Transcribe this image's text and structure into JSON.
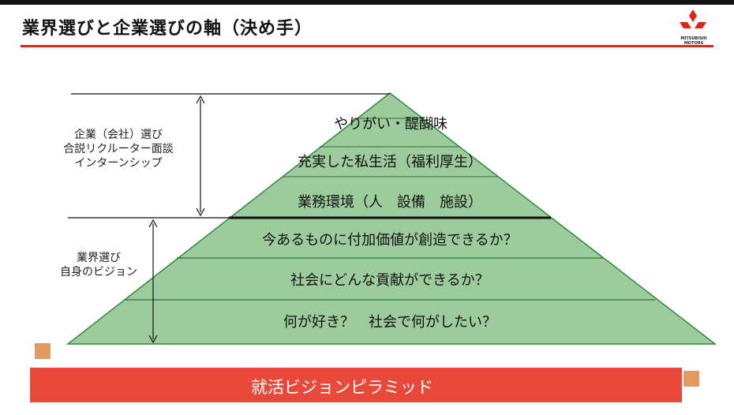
{
  "header": {
    "title": "業界選びと企業選びの軸（決め手）",
    "logo_text": "MITSUBISHI MOTORS"
  },
  "side_labels": {
    "upper": [
      "企業（会社）選び",
      "合説リクルーター面談",
      "インターンシップ"
    ],
    "lower": [
      "業界選び",
      "自身のビジョン"
    ]
  },
  "pyramid": {
    "fill_color": "#9ccc9c",
    "tiers": [
      "やりがい・醍醐味",
      "充実した私生活（福利厚生）",
      "業務環境（人　設備　施設）",
      "今あるものに付加価値が創造できるか？",
      "社会にどんな貢献ができるか？",
      "何が好き？　社会で何がしたい？"
    ]
  },
  "footer": {
    "banner_text": "就活ビジョンピラミッド",
    "banner_color": "#e8493a",
    "accent_color": "#e29a63"
  }
}
